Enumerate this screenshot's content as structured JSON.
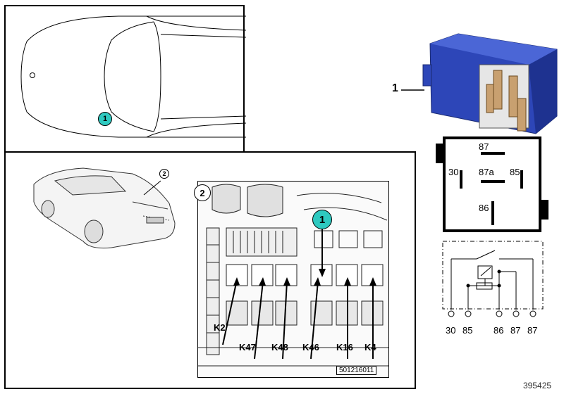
{
  "overview_panel": {
    "callout": "1"
  },
  "detail_panel": {
    "car_callout": "2",
    "fusebox_callout": "2",
    "relay_callout": "1",
    "slot_labels": [
      "K2",
      "K47",
      "K48",
      "K46",
      "K16",
      "K4"
    ],
    "drawing_number": "501216011"
  },
  "part": {
    "number": "1",
    "terminals": [
      "87",
      "30",
      "87a",
      "85",
      "86"
    ]
  },
  "circuit": {
    "pins": [
      "30",
      "85",
      "86",
      "87",
      "87"
    ]
  },
  "footer": {
    "diagram_id": "395425"
  },
  "colors": {
    "callout_fill": "#2ec9c0",
    "relay_body": "#3a55c8"
  }
}
